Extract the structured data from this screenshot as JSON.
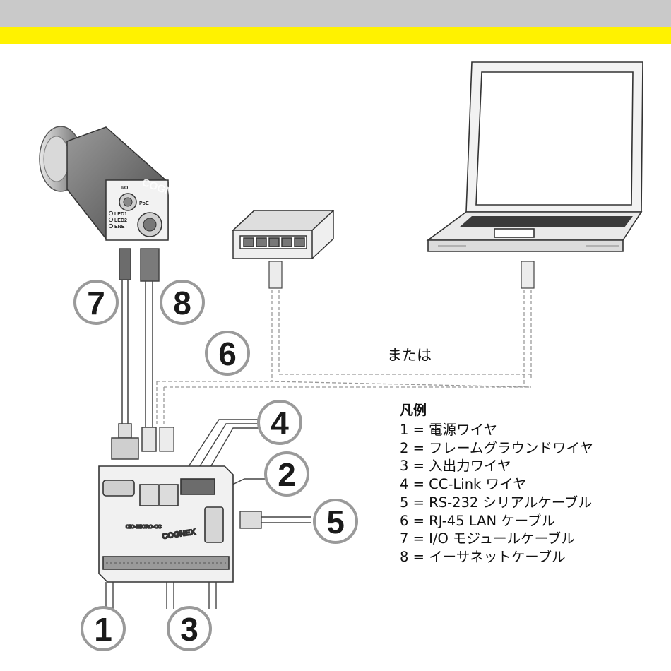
{
  "labels": {
    "or_text": "または",
    "controller_model": "CIO-MICRO-CC",
    "brand": "COGNEX",
    "camera_port_io": "I/O",
    "camera_port_poe": "PoE",
    "camera_leds": [
      "LED1",
      "LED2",
      "ENET"
    ]
  },
  "callouts": [
    "1",
    "2",
    "3",
    "4",
    "5",
    "6",
    "7",
    "8"
  ],
  "legend": {
    "title": "凡例",
    "items": [
      "1 = 電源ワイヤ",
      "2 = フレームグラウンドワイヤ",
      "3 = 入出力ワイヤ",
      "4 = CC-Link ワイヤ",
      "5 = RS-232 シリアルケーブル",
      "6 = RJ-45 LAN ケーブル",
      "7 = I/O モジュールケーブル",
      "8 = イーサネットケーブル"
    ]
  },
  "colors": {
    "top_bar": "#c9c9c9",
    "accent_bar": "#fff200",
    "callout_ring": "#9a9a9a"
  }
}
